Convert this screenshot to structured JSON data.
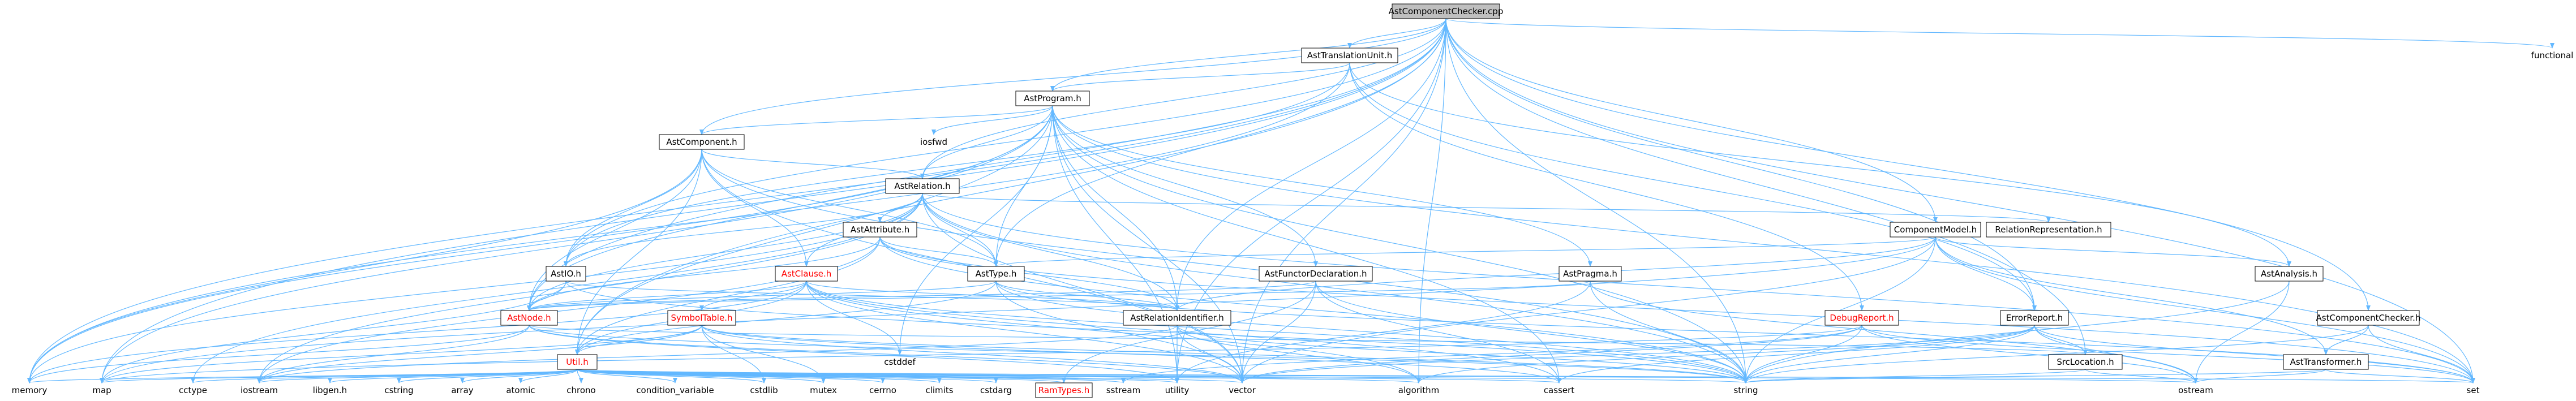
{
  "graph": {
    "title": "AstComponentChecker.cpp",
    "nodes": {
      "root": "AstComponentChecker.cpp",
      "asttu": "AstTranslationUnit.h",
      "functional": "functional",
      "astprogram": "AstProgram.h",
      "iosfwd": "iosfwd",
      "astcomponent": "AstComponent.h",
      "astrelation": "AstRelation.h",
      "relrep": "RelationRepresentation.h",
      "componentmodel": "ComponentModel.h",
      "astattribute": "AstAttribute.h",
      "astio": "AstIO.h",
      "astclause": "AstClause.h",
      "asttype": "AstType.h",
      "astfunctor": "AstFunctorDeclaration.h",
      "astpragma": "AstPragma.h",
      "astanalysis": "AstAnalysis.h",
      "astnode": "AstNode.h",
      "symboltable": "SymbolTable.h",
      "astrelid": "AstRelationIdentifier.h",
      "debugreport": "DebugReport.h",
      "errorreport": "ErrorReport.h",
      "astcompchecker": "AstComponentChecker.h",
      "utilh": "Util.h",
      "srclocation": "SrcLocation.h",
      "asttransformer": "AstTransformer.h",
      "cstddef": "cstddef",
      "memory": "memory",
      "map": "map",
      "cctype": "cctype",
      "iostream": "iostream",
      "libgen": "libgen.h",
      "cstring": "cstring",
      "array": "array",
      "atomic": "atomic",
      "chrono": "chrono",
      "condvar": "condition_variable",
      "cstdlib": "cstdlib",
      "mutex": "mutex",
      "cerrno": "cerrno",
      "climits": "climits",
      "cstdarg": "cstdarg",
      "ramtypes": "RamTypes.h",
      "sstream": "sstream",
      "utility": "utility",
      "vector": "vector",
      "algorithm": "algorithm",
      "cassert": "cassert",
      "string": "string",
      "ostream": "ostream",
      "set": "set"
    }
  }
}
